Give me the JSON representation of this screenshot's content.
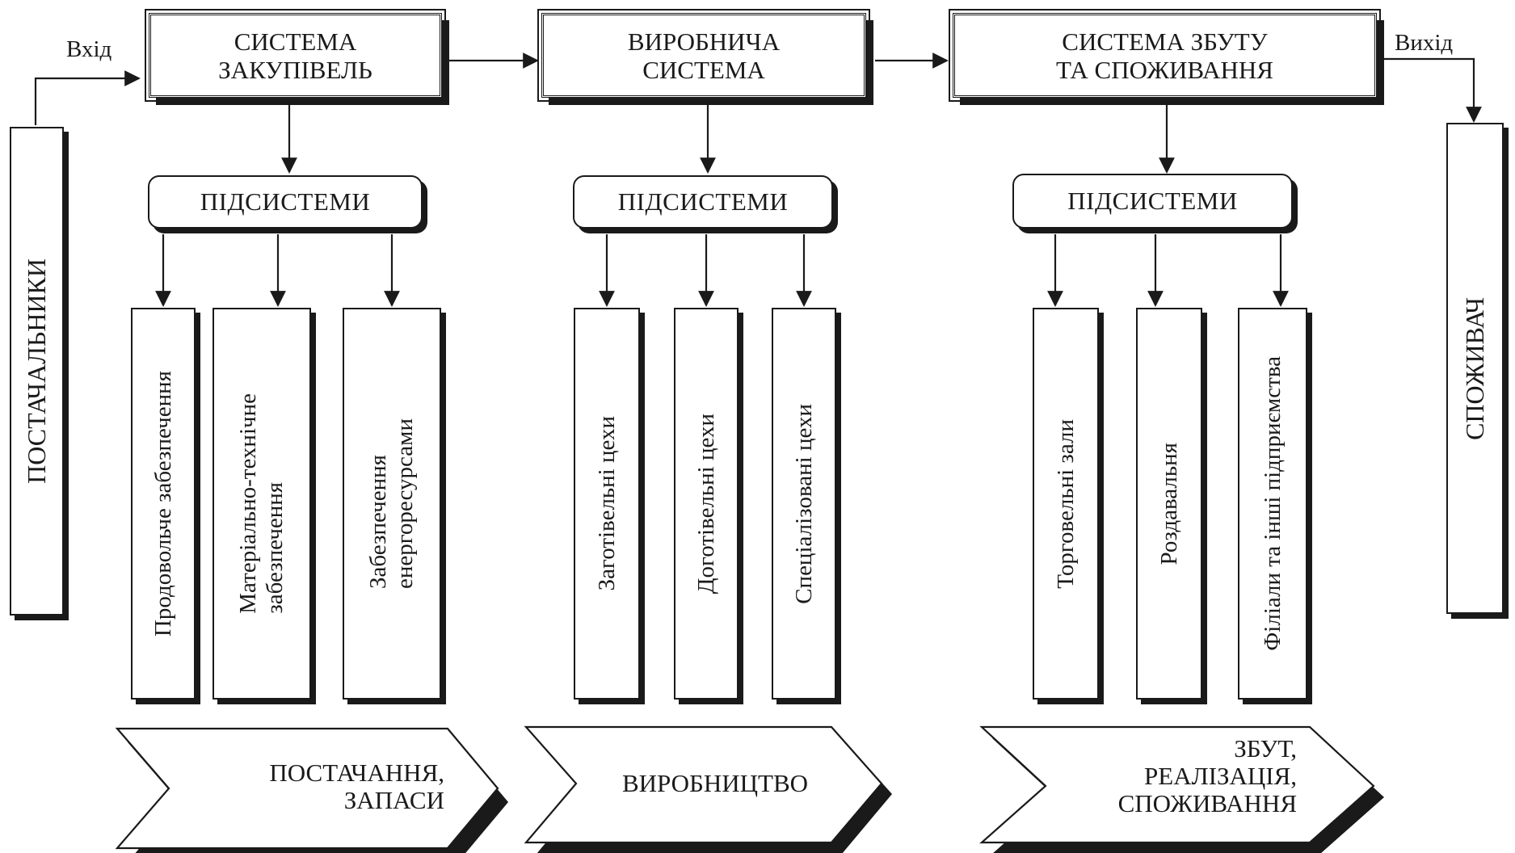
{
  "flow": {
    "input_label": "Вхід",
    "output_label": "Вихід"
  },
  "suppliers": {
    "label": "ПОСТАЧАЛЬНИКИ"
  },
  "consumer": {
    "label": "СПОЖИВАЧ"
  },
  "systems": [
    {
      "title": "СИСТЕМА\nЗАКУПІВЕЛЬ",
      "subsystems_label": "ПІДСИСТЕМИ",
      "units": [
        "Продовольче  забезпечення",
        "Матеріально-технічне\nзабезпечення",
        "Забезпечення\nенергоресурсами"
      ],
      "stage": "ПОСТАЧАННЯ,\nЗАПАСИ"
    },
    {
      "title": "ВИРОБНИЧА\nСИСТЕМА",
      "subsystems_label": "ПІДСИСТЕМИ",
      "units": [
        "Заготівельні  цехи",
        "Доготівельні  цехи",
        "Спеціалізовані  цехи"
      ],
      "stage": "ВИРОБНИЦТВО"
    },
    {
      "title": "СИСТЕМА ЗБУТУ\nТА СПОЖИВАННЯ",
      "subsystems_label": "ПІДСИСТЕМИ",
      "units": [
        "Торговельні  зали",
        "Роздавальня",
        "Філіали  та  інші  підприємства"
      ],
      "stage": "ЗБУТ,\nРЕАЛІЗАЦІЯ,\nСПОЖИВАННЯ"
    }
  ]
}
